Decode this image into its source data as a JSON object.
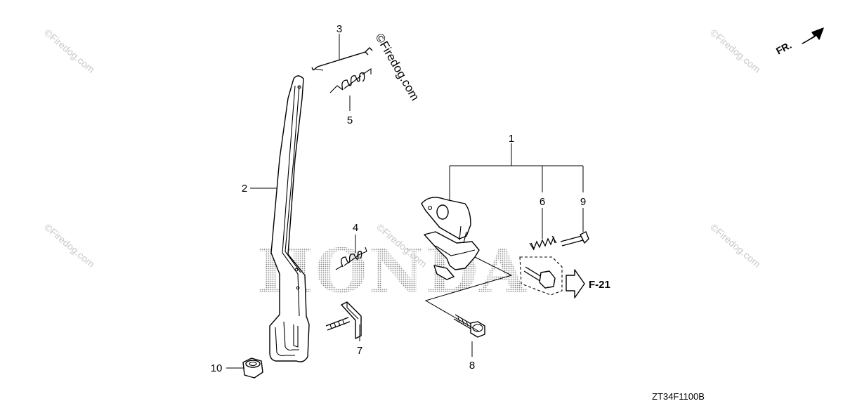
{
  "diagram": {
    "background_color": "#ffffff",
    "brand_watermark": "HONDA",
    "copyright_watermark": "©Firedog.com",
    "faded_watermark": "©Firedog.com",
    "drawing_code": "ZT34F1100B",
    "direction_indicator": "FR.",
    "page_reference": "F-21",
    "callouts": {
      "c1": "1",
      "c2": "2",
      "c3": "3",
      "c4": "4",
      "c5": "5",
      "c6": "6",
      "c7": "7",
      "c8": "8",
      "c9": "9",
      "c10": "10"
    }
  }
}
